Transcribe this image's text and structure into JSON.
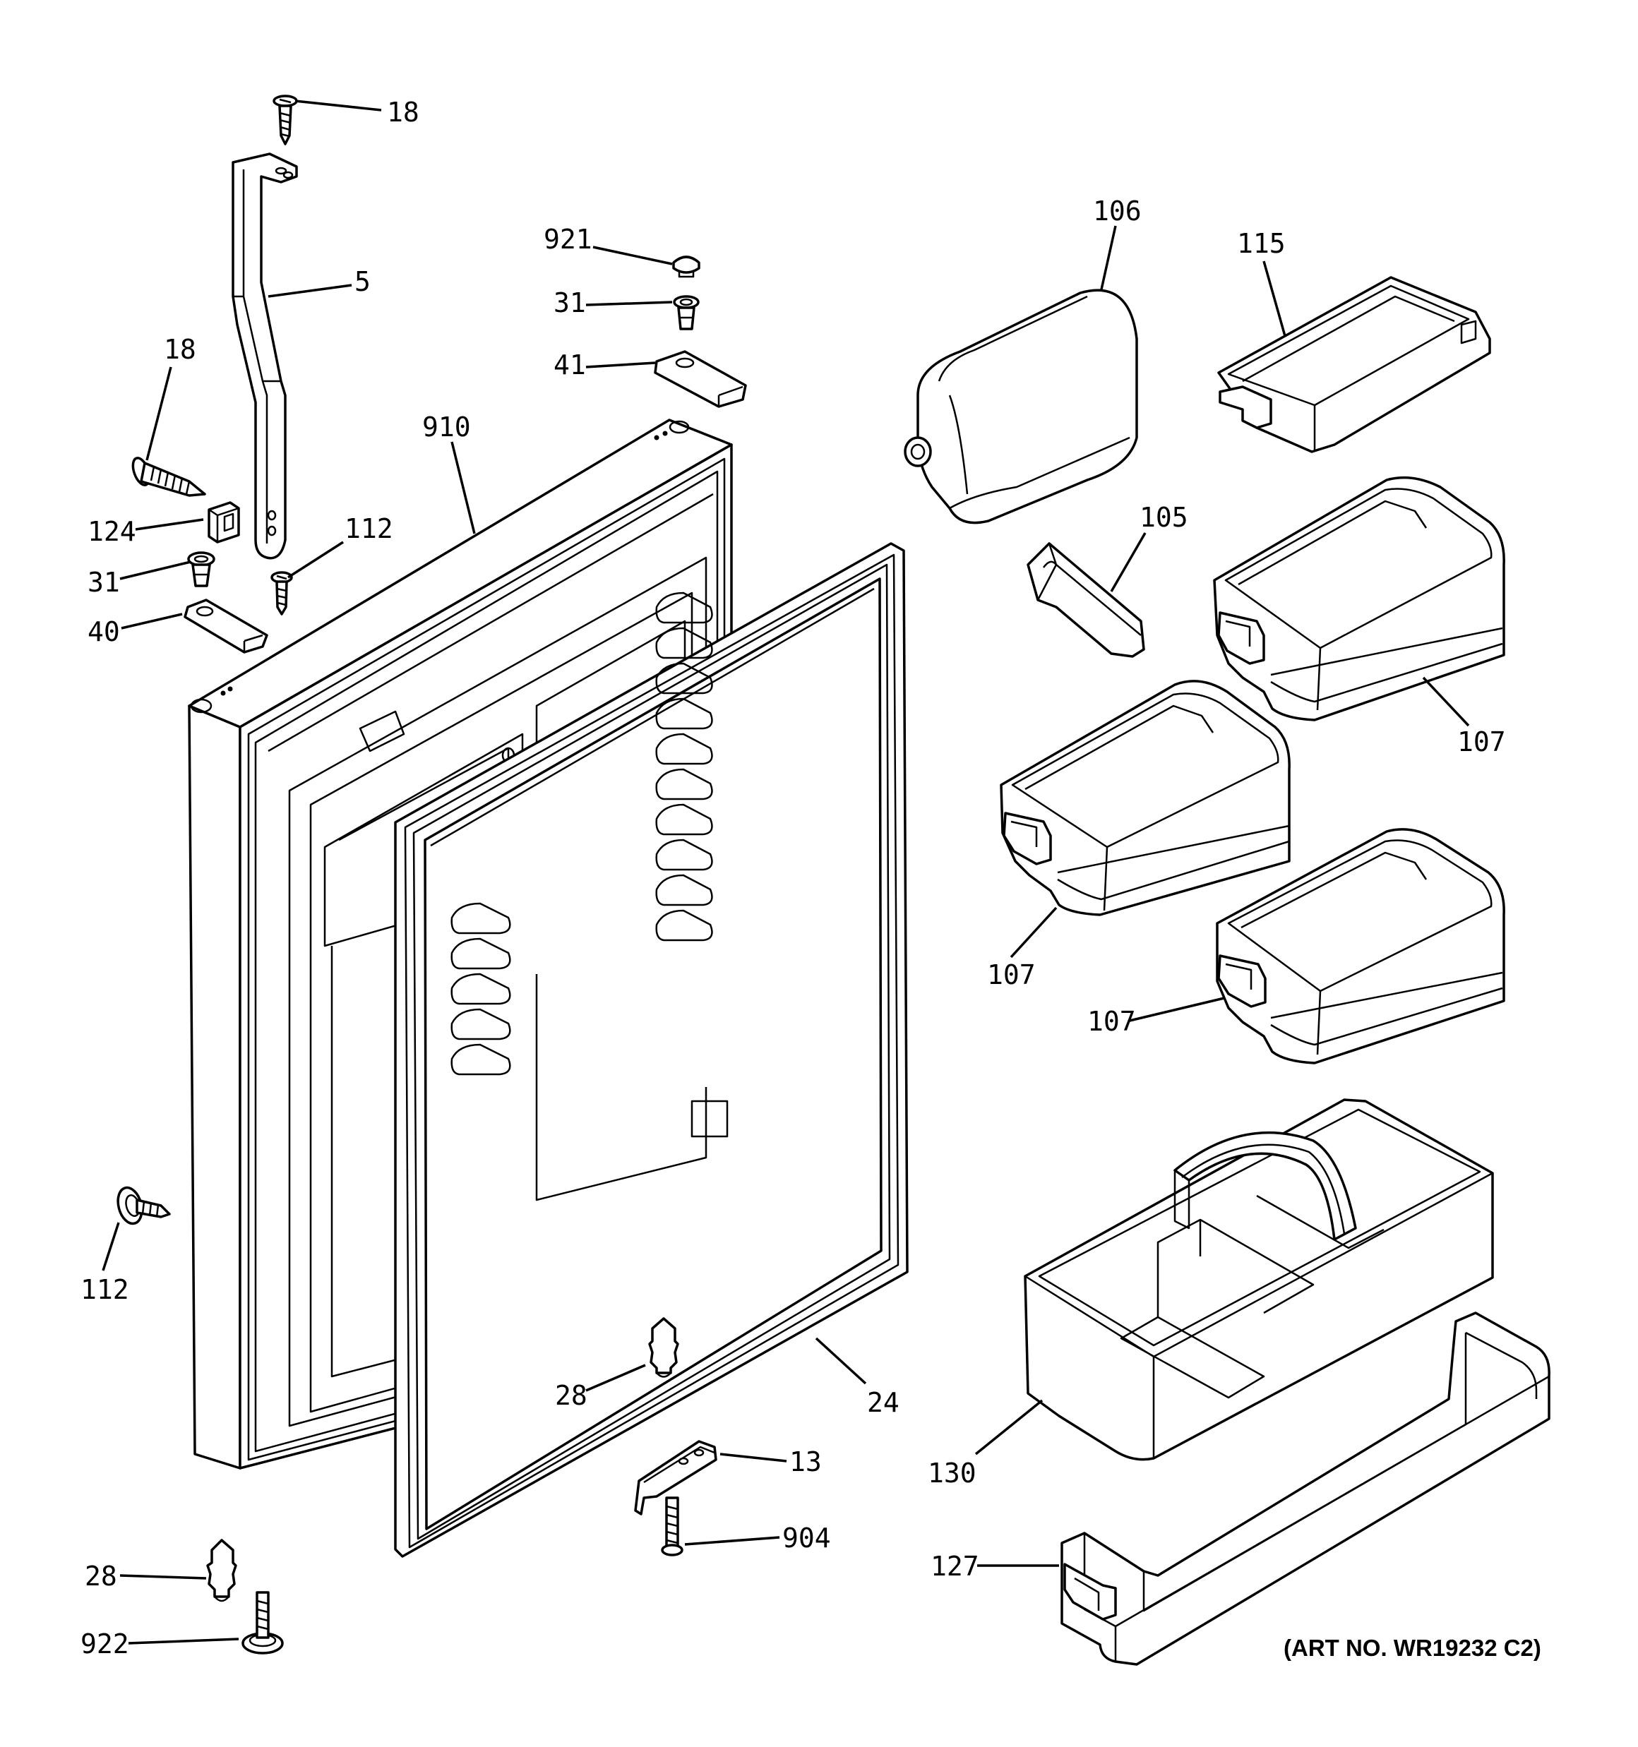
{
  "callouts": [
    {
      "id": "c18a",
      "text": "18"
    },
    {
      "id": "c5",
      "text": "5"
    },
    {
      "id": "c18b",
      "text": "18"
    },
    {
      "id": "c124",
      "text": "124"
    },
    {
      "id": "c31a",
      "text": "31"
    },
    {
      "id": "c40",
      "text": "40"
    },
    {
      "id": "c112a",
      "text": "112"
    },
    {
      "id": "c910",
      "text": "910"
    },
    {
      "id": "c921",
      "text": "921"
    },
    {
      "id": "c31b",
      "text": "31"
    },
    {
      "id": "c41",
      "text": "41"
    },
    {
      "id": "c106",
      "text": "106"
    },
    {
      "id": "c115",
      "text": "115"
    },
    {
      "id": "c105",
      "text": "105"
    },
    {
      "id": "c107a",
      "text": "107"
    },
    {
      "id": "c107b",
      "text": "107"
    },
    {
      "id": "c107c",
      "text": "107"
    },
    {
      "id": "c112b",
      "text": "112"
    },
    {
      "id": "c28a",
      "text": "28"
    },
    {
      "id": "c24",
      "text": "24"
    },
    {
      "id": "c13",
      "text": "13"
    },
    {
      "id": "c904",
      "text": "904"
    },
    {
      "id": "c130",
      "text": "130"
    },
    {
      "id": "c28b",
      "text": "28"
    },
    {
      "id": "c922",
      "text": "922"
    },
    {
      "id": "c127",
      "text": "127"
    }
  ],
  "art_number": "(ART NO. WR19232 C2)"
}
